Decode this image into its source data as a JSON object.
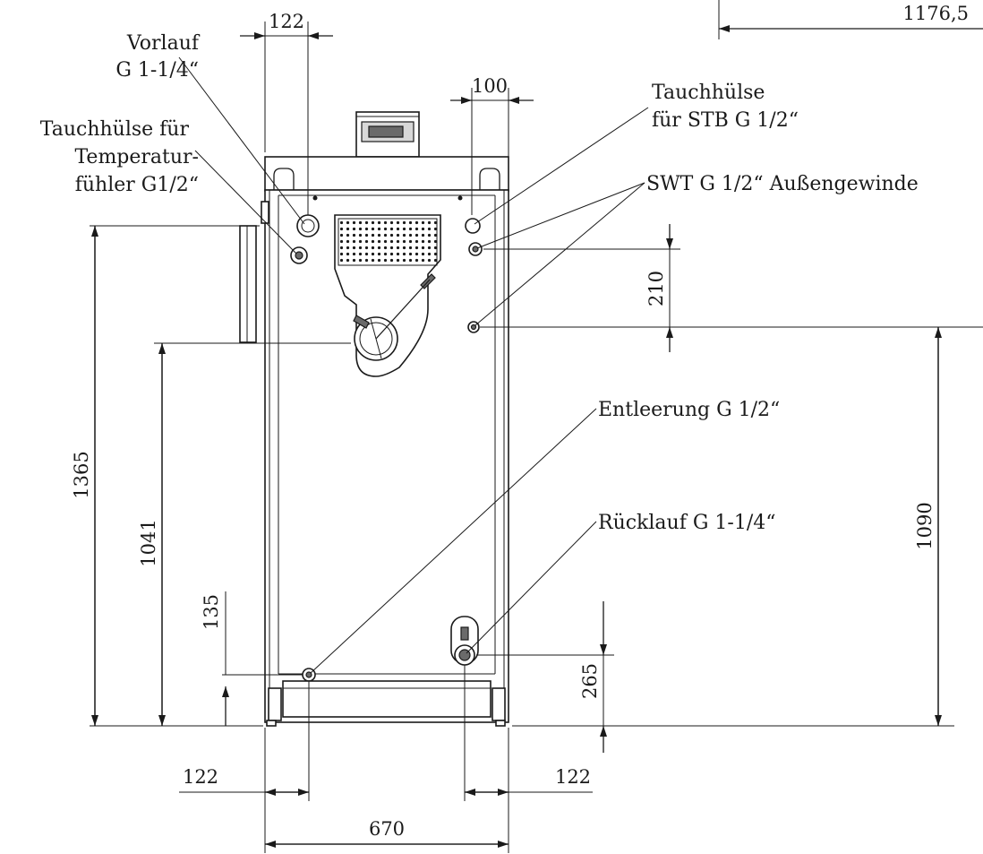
{
  "labels": {
    "vorlauf_line1": "Vorlauf",
    "vorlauf_line2": "G 1-1/4“",
    "tauch_temp_line1": "Tauchhülse für",
    "tauch_temp_line2": "Temperatur-",
    "tauch_temp_line3": "fühler G1/2“",
    "tauch_stb_line1": "Tauchhülse",
    "tauch_stb_line2": "für STB G 1/2“",
    "swt": "SWT G 1/2“ Außengewinde",
    "entleerung": "Entleerung G 1/2“",
    "ruecklauf": "Rücklauf G 1-1/4“"
  },
  "dimensions": {
    "top_left": "122",
    "top_right_small": "100",
    "overall_depth": "1176,5",
    "d210": "210",
    "d1365": "1365",
    "d1041": "1041",
    "d135": "135",
    "d1090": "1090",
    "d265": "265",
    "bottom_left": "122",
    "bottom_right": "122",
    "width_total": "670"
  }
}
